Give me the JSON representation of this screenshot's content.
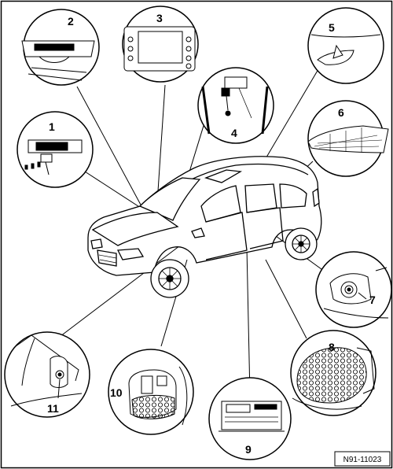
{
  "figure": {
    "reference_code": "N91-11023",
    "callouts": [
      {
        "number": "1",
        "depicts": "component-1-icon"
      },
      {
        "number": "2",
        "depicts": "component-2-icon"
      },
      {
        "number": "3",
        "depicts": "component-3-icon"
      },
      {
        "number": "4",
        "depicts": "component-4-icon"
      },
      {
        "number": "5",
        "depicts": "component-5-icon"
      },
      {
        "number": "6",
        "depicts": "component-6-icon"
      },
      {
        "number": "7",
        "depicts": "component-7-icon"
      },
      {
        "number": "8",
        "depicts": "component-8-icon"
      },
      {
        "number": "9",
        "depicts": "component-9-icon"
      },
      {
        "number": "10",
        "depicts": "component-10-icon"
      },
      {
        "number": "11",
        "depicts": "component-11-icon"
      }
    ]
  },
  "colors": {
    "line": "#000000",
    "background": "#ffffff",
    "speaker_grille": "#cccccc"
  }
}
